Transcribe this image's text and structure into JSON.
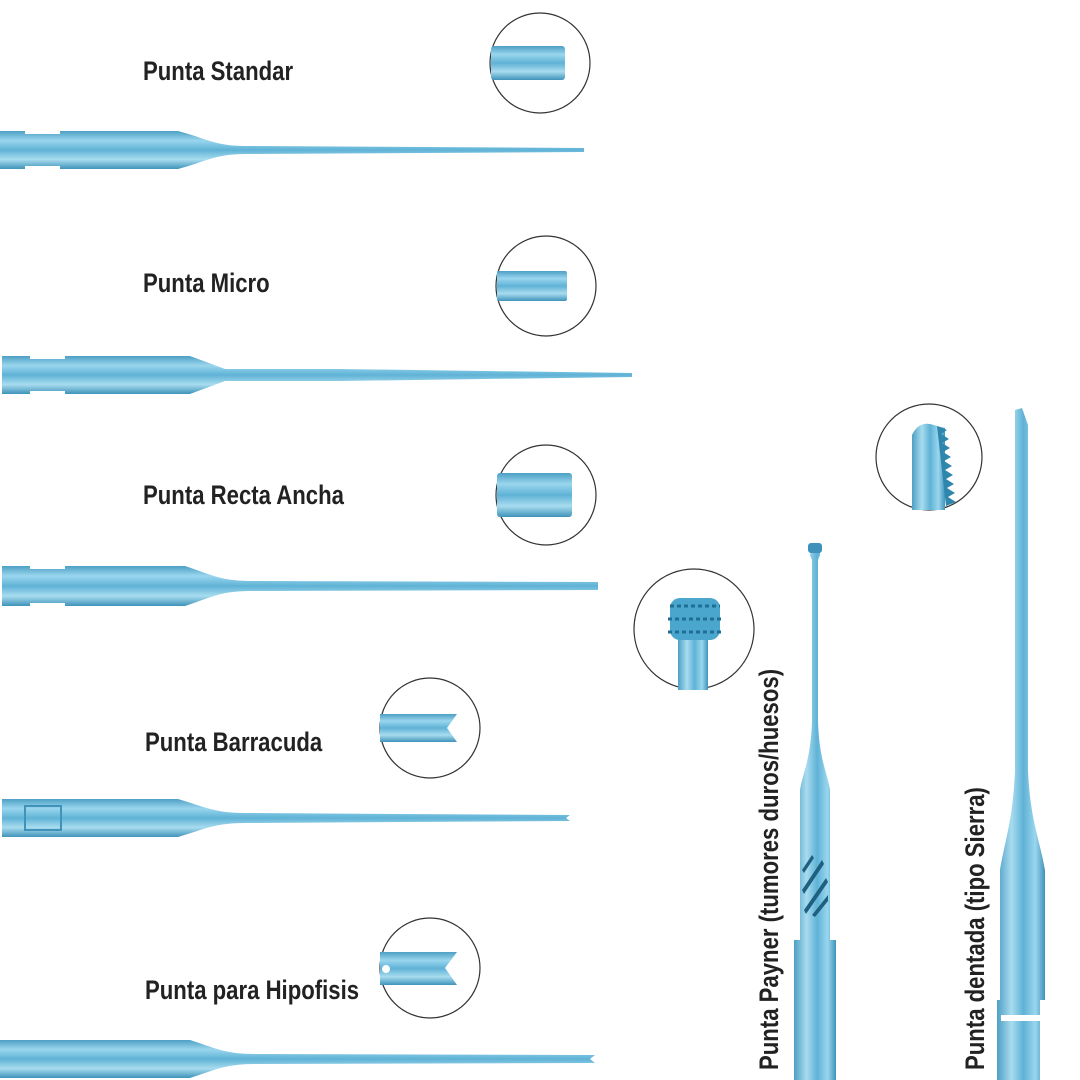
{
  "tips": [
    {
      "label": "Punta Standar"
    },
    {
      "label": "Punta Micro"
    },
    {
      "label": "Punta Recta Ancha"
    },
    {
      "label": "Punta Barracuda"
    },
    {
      "label": "Punta para Hipofisis"
    },
    {
      "label": "Punta Payner (tumores duros/huesos)"
    },
    {
      "label": "Punta dentada (tipo Sierra)"
    }
  ],
  "colors": {
    "metal_light": "#a8dcef",
    "metal_mid": "#6cc0e0",
    "metal_dark": "#3d95bb",
    "text": "#222222"
  }
}
